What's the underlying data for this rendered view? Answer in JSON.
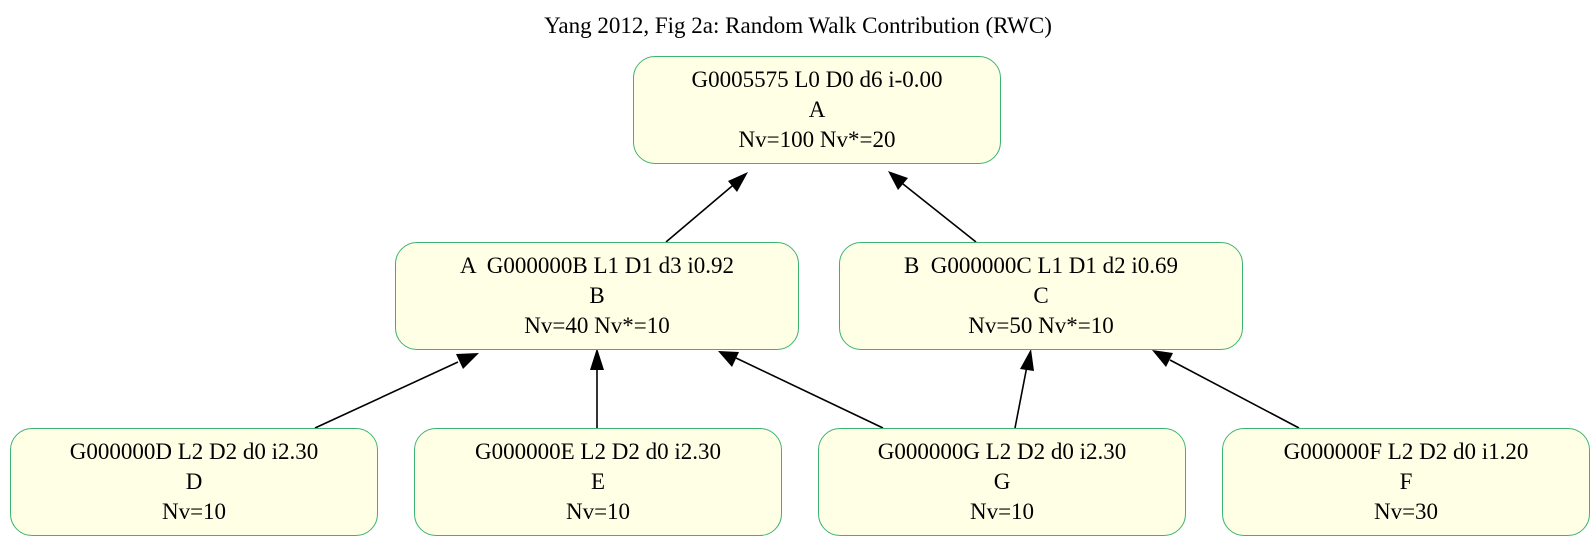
{
  "title": "Yang 2012, Fig 2a: Random Walk Contribution (RWC)",
  "colors": {
    "node_border": "#3cb371",
    "node_fill": "#ffffe6",
    "edge": "#000000"
  },
  "nodes": {
    "a": {
      "id_line": "G0005575 L0 D0 d6 i-0.00",
      "label": "A",
      "stats": "Nv=100 Nv*=20"
    },
    "b": {
      "id_line": "A  G000000B L1 D1 d3 i0.92",
      "label": "B",
      "stats": "Nv=40 Nv*=10"
    },
    "c": {
      "id_line": "B  G000000C L1 D1 d2 i0.69",
      "label": "C",
      "stats": "Nv=50 Nv*=10"
    },
    "d": {
      "id_line": "G000000D L2 D2 d0 i2.30",
      "label": "D",
      "stats": "Nv=10"
    },
    "e": {
      "id_line": "G000000E L2 D2 d0 i2.30",
      "label": "E",
      "stats": "Nv=10"
    },
    "g": {
      "id_line": "G000000G L2 D2 d0 i2.30",
      "label": "G",
      "stats": "Nv=10"
    },
    "f": {
      "id_line": "G000000F L2 D2 d0 i1.20",
      "label": "F",
      "stats": "Nv=30"
    }
  },
  "edges": [
    {
      "from": "b",
      "to": "a"
    },
    {
      "from": "c",
      "to": "a"
    },
    {
      "from": "d",
      "to": "b"
    },
    {
      "from": "e",
      "to": "b"
    },
    {
      "from": "g",
      "to": "b"
    },
    {
      "from": "g",
      "to": "c"
    },
    {
      "from": "f",
      "to": "c"
    }
  ]
}
